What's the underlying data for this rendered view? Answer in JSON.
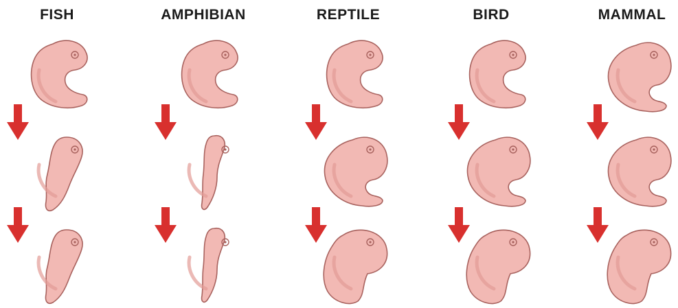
{
  "columns": [
    {
      "id": "fish",
      "title": "FISH"
    },
    {
      "id": "amphibian",
      "title": "AMPHIBIAN"
    },
    {
      "id": "reptile",
      "title": "REPTILE"
    },
    {
      "id": "bird",
      "title": "BIRD"
    },
    {
      "id": "mammal",
      "title": "MAMMAL"
    }
  ],
  "stages_per_column": 3,
  "arrows_per_column": 2,
  "colors": {
    "embryo_fill": "#f2b9b4",
    "embryo_shade": "#e39b96",
    "embryo_outline": "#a8625e",
    "arrow": "#d8302e",
    "title_text": "#1a1a1a"
  },
  "icons": {
    "arrow": "arrow-down-icon"
  }
}
